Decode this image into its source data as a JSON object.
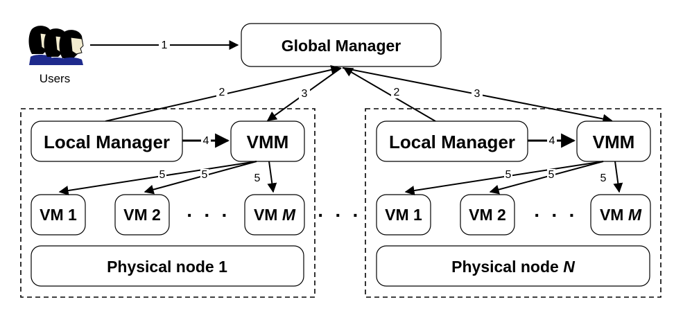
{
  "users_label": "Users",
  "global_manager": "Global Manager",
  "node1": {
    "local_manager": "Local Manager",
    "vmm": "VMM",
    "vm1": "VM 1",
    "vm2": "VM 2",
    "vm_last_prefix": "VM ",
    "vm_last_italic": "M",
    "ellipsis": "· · ·",
    "physical_prefix": "Physical node 1",
    "physical_italic": ""
  },
  "nodeN": {
    "local_manager": "Local Manager",
    "vmm": "VMM",
    "vm1": "VM 1",
    "vm2": "VM 2",
    "vm_last_prefix": "VM ",
    "vm_last_italic": "M",
    "ellipsis": "· · ·",
    "physical_prefix": "Physical node ",
    "physical_italic": "N"
  },
  "between_nodes": "· · ·",
  "edge_labels": {
    "users_to_gm": "1",
    "lm1_to_gm": "2",
    "gm_to_vmm1": "3",
    "lmN_to_gm": "2",
    "gm_to_vmmN": "3",
    "lm1_to_vmm1": "4",
    "lmN_to_vmmN": "4",
    "vmm_to_vm": "5"
  },
  "colors": {
    "line": "#000000",
    "user_hair": "#000000",
    "user_skin": "#f2ecd0",
    "user_shirt": "#1e2a8c"
  }
}
